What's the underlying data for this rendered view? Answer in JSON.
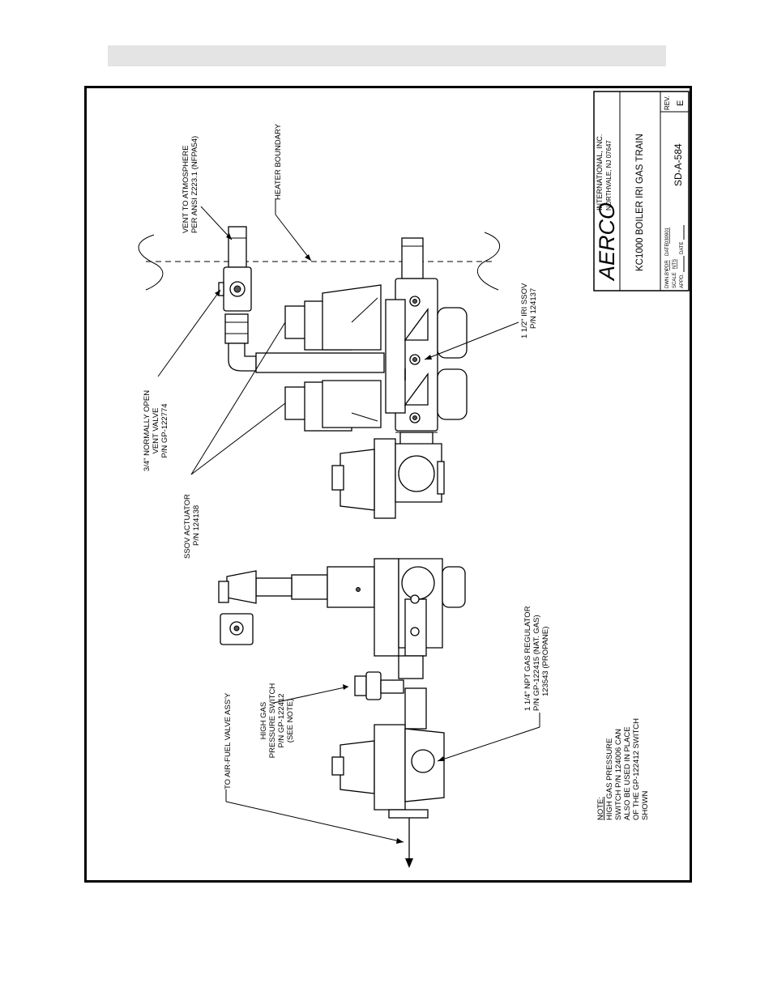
{
  "title_block": {
    "company": "AERCO",
    "company_line1": "INTERNATIONAL, INC.",
    "company_line2": "NORTHVALE, NJ  07647",
    "drawing_title": "KC1000 BOILER IRI GAS TRAIN",
    "drawn_by_label": "DWN.BY",
    "drawn_by": "PDR",
    "date_label": "DATE",
    "date": "030901",
    "scale_label": "SCALE",
    "scale": "NTS",
    "approved_label": "APPD.",
    "approved_date_label": "DATE",
    "drawing_number": "SD-A-584",
    "rev_label": "REV.",
    "rev": "E"
  },
  "callouts": {
    "vent_line1": "VENT TO ATMOSPHERE",
    "vent_line2": "PER ANSI Z223.1 (NFPA54)",
    "heater_boundary": "HEATER BOUNDARY",
    "vent_valve_line1": "3/4\" NORMALLY OPEN",
    "vent_valve_line2": "VENT VALVE",
    "vent_valve_line3": "P/N GP-122774",
    "ssov_line1": "1 1/2\" IRI SSOV",
    "ssov_line2": "P/N 124137",
    "actuator_line1": "SSOV ACTUATOR",
    "actuator_line2": "P/N 124138",
    "regulator_line1": "1 1/4\" NPT GAS REGULATOR",
    "regulator_line2": "P/N  GP-122415 (NAT. GAS)",
    "regulator_line3": "123543 (PROPANE)",
    "switch_line1": "HIGH GAS",
    "switch_line2": "PRESSURE SWITCH",
    "switch_line3": "P/N  GP-122412",
    "switch_line4": "(SEE NOTE)",
    "air_fuel": "TO AIR-FUEL VALVE ASS'Y"
  },
  "note": {
    "heading": "NOTE:",
    "line1": "HIGH GAS PRESSURE",
    "line2": "SWITCH P/N 124006 CAN",
    "line3": "ALSO BE USED IN PLACE",
    "line4": "OF THE GP-122412 SWITCH",
    "line5": "SHOWN"
  }
}
